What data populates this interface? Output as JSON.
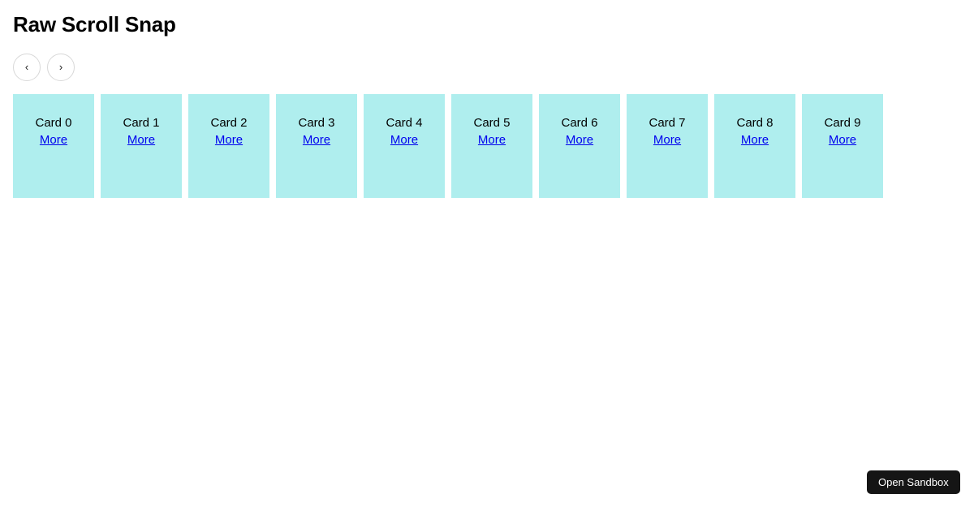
{
  "page": {
    "title": "Raw Scroll Snap",
    "background_color": "#ffffff"
  },
  "nav": {
    "prev": {
      "icon": "chevron-left-icon",
      "glyph": "‹"
    },
    "next": {
      "icon": "chevron-right-icon",
      "glyph": "›"
    }
  },
  "carousel": {
    "card_color": "#afeeee",
    "link_color": "#0000ee",
    "cards": [
      {
        "title": "Card 0",
        "link_label": "More"
      },
      {
        "title": "Card 1",
        "link_label": "More"
      },
      {
        "title": "Card 2",
        "link_label": "More"
      },
      {
        "title": "Card 3",
        "link_label": "More"
      },
      {
        "title": "Card 4",
        "link_label": "More"
      },
      {
        "title": "Card 5",
        "link_label": "More"
      },
      {
        "title": "Card 6",
        "link_label": "More"
      },
      {
        "title": "Card 7",
        "link_label": "More"
      },
      {
        "title": "Card 8",
        "link_label": "More"
      },
      {
        "title": "Card 9",
        "link_label": "More"
      }
    ]
  },
  "sandbox": {
    "label": "Open Sandbox",
    "background_color": "#151515"
  }
}
